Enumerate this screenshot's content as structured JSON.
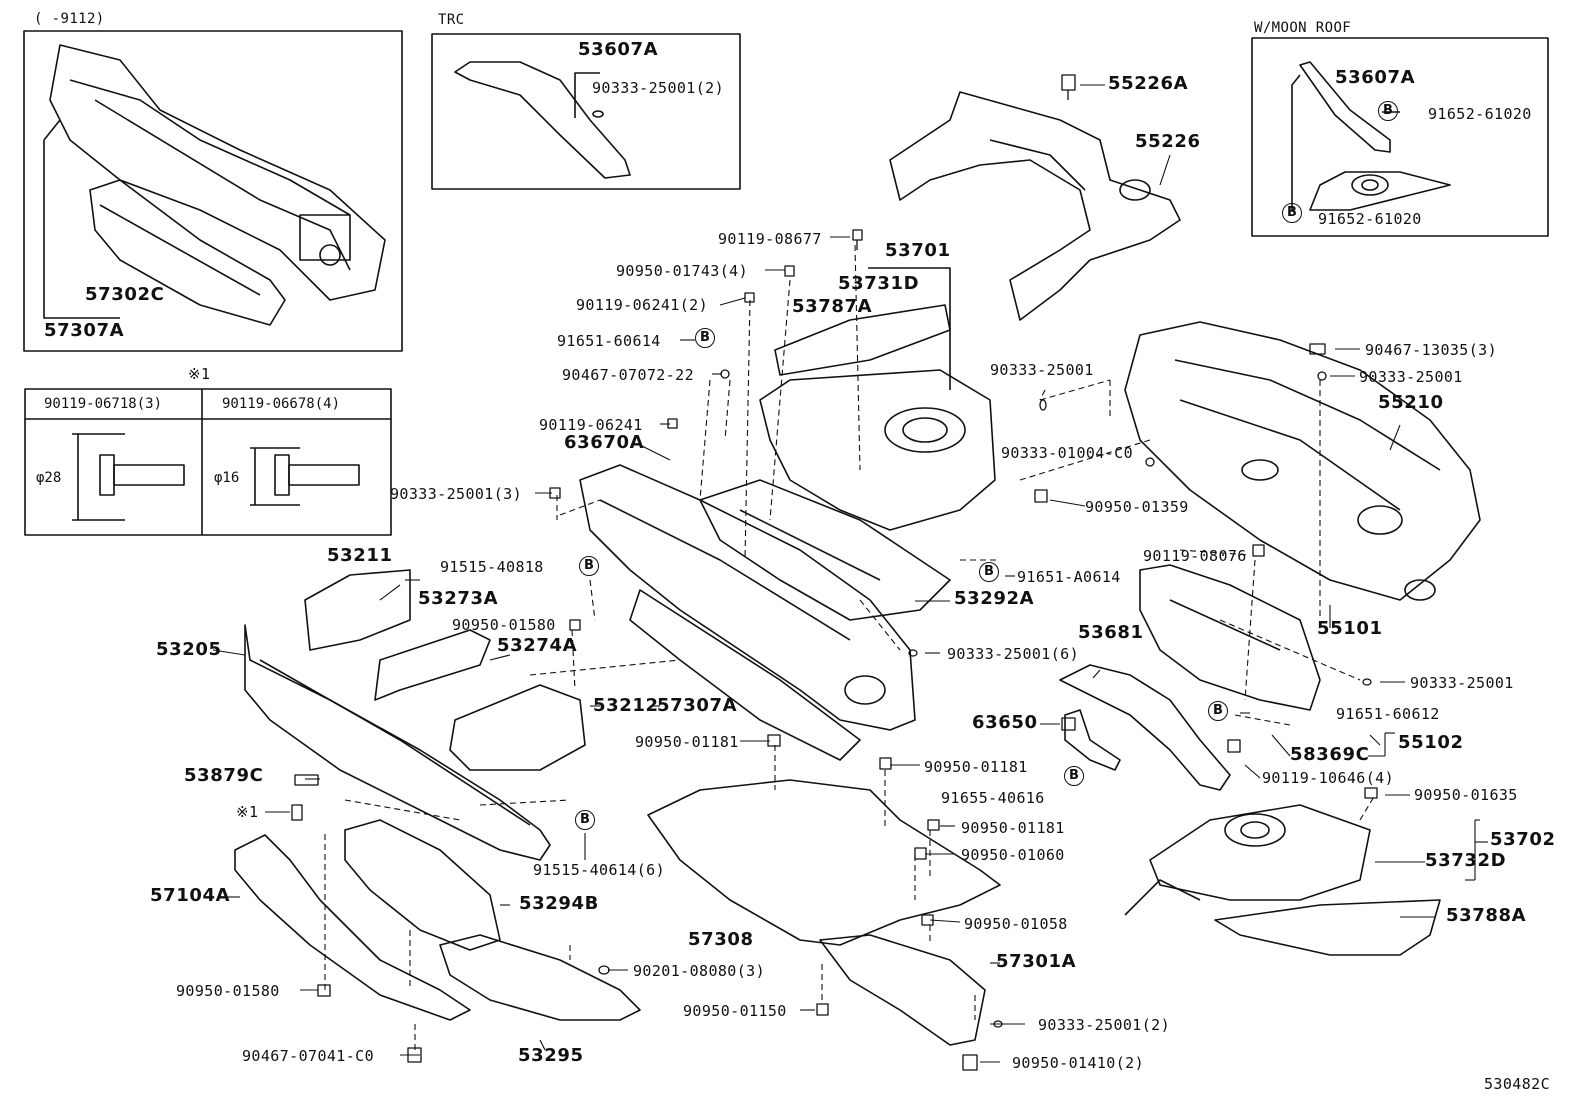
{
  "diagram_id": "530482C",
  "insets": {
    "top_left": {
      "label": "(     -9112)",
      "parts": [
        "57302C",
        "57307A"
      ]
    },
    "trc": {
      "label": "TRC",
      "parts": [
        "53607A",
        "90333-25001(2)"
      ]
    },
    "moonroof": {
      "label": "W/MOON  ROOF",
      "parts": [
        "53607A",
        "91652-61020",
        "91652-61020"
      ],
      "marker": "B"
    },
    "bolt_table": {
      "note": "※1",
      "col1_header": "90119-06718(3)",
      "col2_header": "90119-06678(4)",
      "col1_dim": "φ28",
      "col2_dim": "φ16"
    }
  },
  "parts": {
    "p55226A": "55226A",
    "p55226": "55226",
    "p53701": "53701",
    "p53731D": "53731D",
    "p53787A": "53787A",
    "p90119_08677": "90119-08677",
    "p90950_01743": "90950-01743(4)",
    "p90119_06241_2": "90119-06241(2)",
    "p91651_60614": "91651-60614",
    "p90467_07072": "90467-07072-22",
    "p90119_06241": "90119-06241",
    "p63670A": "63670A",
    "p90333_25001_3": "90333-25001(3)",
    "p90333_25001_a": "90333-25001",
    "p90467_13035": "90467-13035(3)",
    "p90333_25001_b": "90333-25001",
    "p55210": "55210",
    "p90333_01004": "90333-01004-C0",
    "p90950_01359": "90950-01359",
    "p90119_08076": "90119-08076",
    "p55101": "55101",
    "p91651_A0614": "91651-A0614",
    "p53292A": "53292A",
    "p53211": "53211",
    "p91515_40818": "91515-40818",
    "p53273A": "53273A",
    "p90950_01580_a": "90950-01580",
    "p53274A": "53274A",
    "p53205": "53205",
    "p53212": "53212",
    "p57307A": "57307A",
    "p90333_25001_6": "90333-25001(6)",
    "p53681": "53681",
    "p90333_25001_c": "90333-25001",
    "p91651_60612": "91651-60612",
    "p55102": "55102",
    "p58369C": "58369C",
    "p63650": "63650",
    "p90119_10646": "90119-10646(4)",
    "p90950_01181_a": "90950-01181",
    "p90950_01181_b": "90950-01181",
    "p91655_40616": "91655-40616",
    "p90950_01181_c": "90950-01181",
    "p90950_01635": "90950-01635",
    "p53702": "53702",
    "p53732D": "53732D",
    "p53879C": "53879C",
    "p_ref1": "※1",
    "p91515_40614": "91515-40614(6)",
    "p90950_01060": "90950-01060",
    "p57104A": "57104A",
    "p53294B": "53294B",
    "p57308": "57308",
    "p90950_01058": "90950-01058",
    "p53788A": "53788A",
    "p57301A": "57301A",
    "p90201_08080": "90201-08080(3)",
    "p90950_01580_b": "90950-01580",
    "p90950_01150": "90950-01150",
    "p90333_25001_2": "90333-25001(2)",
    "p90467_07041": "90467-07041-C0",
    "p53295": "53295",
    "p90950_01410": "90950-01410(2)"
  },
  "marker_letter": "B"
}
